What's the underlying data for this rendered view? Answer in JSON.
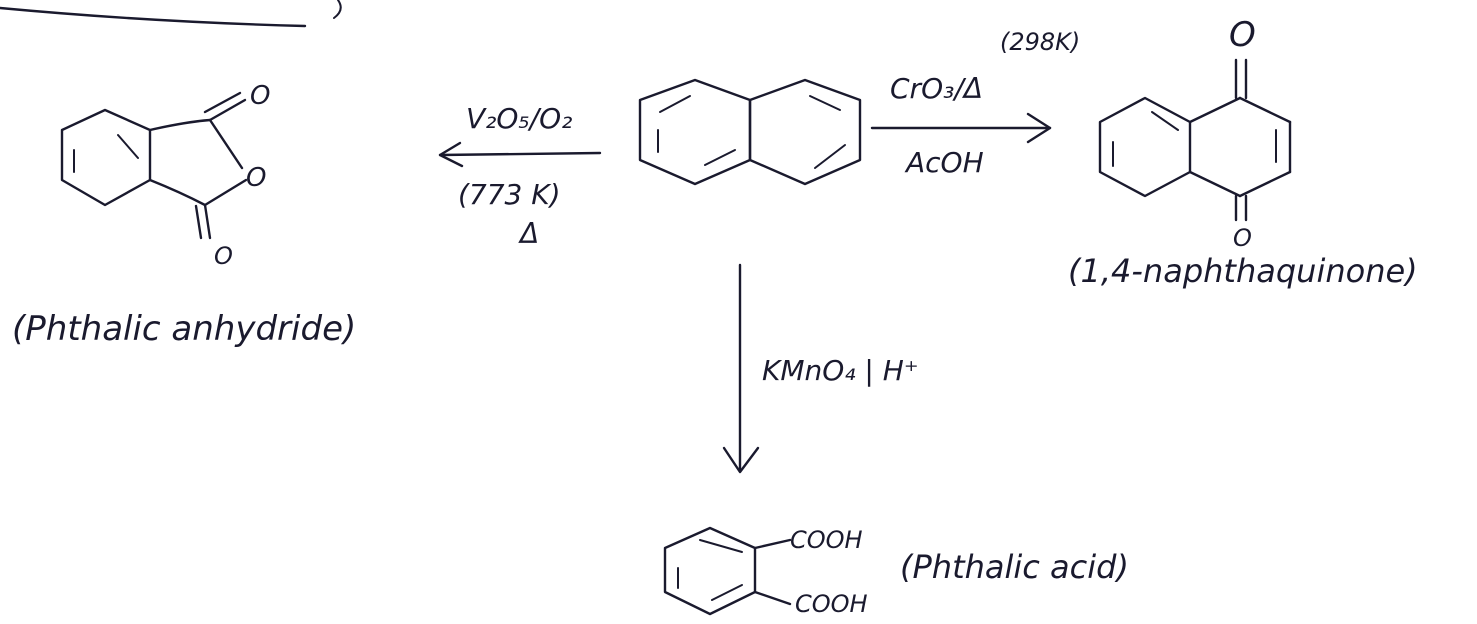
{
  "reagents": {
    "left_top": "V₂O₅/O₂",
    "left_bottom": "(773 K)",
    "left_heat": "Δ",
    "right_top": "CrO₃/Δ",
    "right_temp": "(298K)",
    "right_bottom": "AcOH",
    "down": "KMnO₄ | H⁺"
  },
  "products": {
    "left_name": "(Phthalic anhydride)",
    "right_name": "(1,4-naphthaquinone)",
    "bottom_name": "(Phthalic acid)"
  },
  "atoms": {
    "oxygen": "O",
    "cooh": "COOH"
  }
}
